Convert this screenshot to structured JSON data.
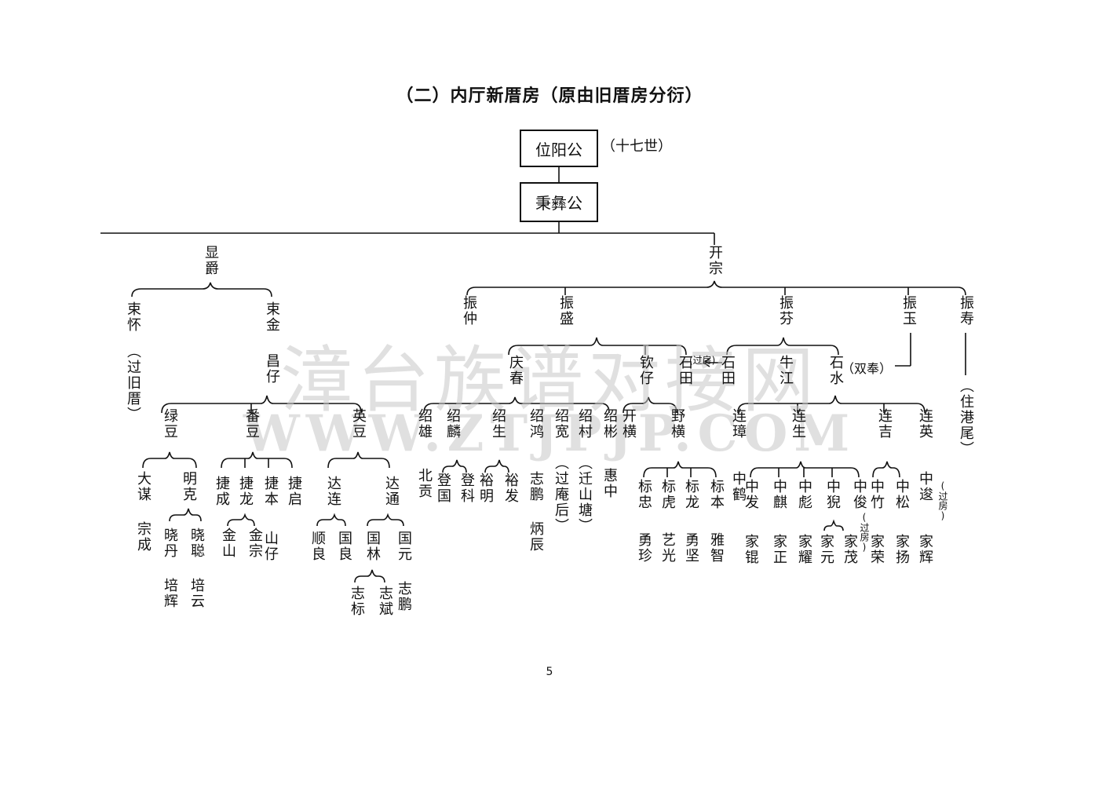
{
  "title": "（二）内厅新厝房（原由旧厝房分衍）",
  "root": {
    "name": "位阳公",
    "note": "（十七世）"
  },
  "child": {
    "name": "秉彝公"
  },
  "watermark": {
    "cn": "漳台族谱对接网",
    "en": "WWW.ZTJPJP.COM"
  },
  "page_number": "5",
  "names": {
    "xianjue": "显爵",
    "kaizong": "开宗",
    "shuhuai": "束怀",
    "shuhuai_note": "（过旧厝）",
    "shujin": "束金",
    "changzi": "昌仔",
    "lvdou": "绿豆",
    "fandou": "番豆",
    "yingdou": "英豆",
    "damou": "大谋",
    "zongcheng": "宗成",
    "mingke": "明克",
    "xiaodan": "晓丹",
    "peihui": "培辉",
    "xiaocong": "晓聪",
    "peiyun": "培云",
    "jiecheng": "捷成",
    "jielong": "捷龙",
    "jinshan": "金山",
    "jinzong": "金宗",
    "jieben": "捷本",
    "shanzi": "山仔",
    "jieqi": "捷启",
    "dalian": "达连",
    "shunliang": "顺良",
    "guoliang": "国良",
    "datong": "达通",
    "guolin": "国林",
    "zhibiao": "志标",
    "zhibin": "志斌",
    "guoyuan": "国元",
    "zhipeng1": "志鹏",
    "zhenzhong": "振仲",
    "zhensheng": "振盛",
    "zhenfen": "振芬",
    "zhenyu": "振玉",
    "zhenshou": "振寿",
    "zhenshou_note": "（住港尾）",
    "qingchun": "庆春",
    "qinzi": "钦仔",
    "shitian1": "石田",
    "guofang1": "(过房)",
    "shitian2": "石田",
    "niujiang": "牛江",
    "shishui": "石水",
    "shuangfeng": "（双奉）",
    "shaoxiong": "绍雄",
    "beigong": "北贡",
    "shaolin": "绍麟",
    "dengguo": "登国",
    "dengke": "登科",
    "shaosheng": "绍生",
    "yuming": "裕明",
    "yufa": "裕发",
    "shaohong": "绍鸿",
    "zhipeng2": "志鹏",
    "bingchen": "炳辰",
    "shaokuan": "绍宽",
    "shaokuan_note": "（过庵后）",
    "shaocun": "绍村",
    "shaocun_note": "（迁山塘）",
    "shaobin": "绍彬",
    "huizhong": "惠中",
    "kaiheng": "开横",
    "yeheng": "野横",
    "biaozhong": "标忠",
    "yongzhen": "勇珍",
    "biaohu": "标虎",
    "yiguang": "艺光",
    "biaolong": "标龙",
    "yongjian": "勇坚",
    "biaoben": "标本",
    "yazhi": "雅智",
    "lianzhang": "连璋",
    "zhonghe": "中鹤",
    "liansheng": "连生",
    "zhongfa": "中发",
    "jiakun": "家锟",
    "zhongqi": "中麒",
    "jiazheng": "家正",
    "zhongbiao": "中彪",
    "jiayao": "家耀",
    "zhongni": "中猊",
    "jiayuan": "家元",
    "zhongjun1": "中俊",
    "guofang2": "(过房)",
    "jiamao": "家茂",
    "lianji": "连吉",
    "zhongzhu": "中竹",
    "jiarong": "家荣",
    "zhongsong": "中松",
    "jiayang": "家扬",
    "lianying": "连英",
    "zhongjun2": "中逡",
    "jiahui": "家辉",
    "guofang3": "(过房)"
  }
}
